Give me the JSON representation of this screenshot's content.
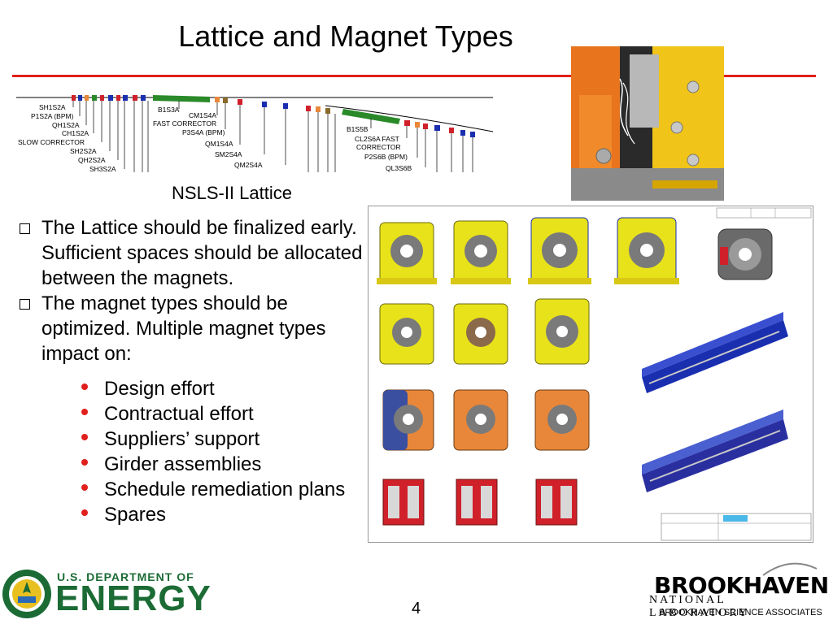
{
  "slide": {
    "title": "Lattice and Magnet Types",
    "page_number": "4"
  },
  "lattice": {
    "caption": "NSLS-II Lattice",
    "labels": [
      "SH1S2A",
      "P1S2A (BPM)",
      "QH1S2A",
      "CH1S2A",
      "SLOW CORRECTOR",
      "SH2S2A",
      "QH2S2A",
      "SH3S2A",
      "B1S3A",
      "CM1S4A",
      "FAST CORRECTOR",
      "P3S4A (BPM)",
      "QM1S4A",
      "SM2S4A",
      "QM2S4A",
      "B1S5B",
      "CL2S6A FAST",
      "CORRECTOR",
      "P2S6B (BPM)",
      "QL3S6B"
    ]
  },
  "bullets": [
    "The Lattice should be finalized early. Sufficient spaces should be allocated between the magnets.",
    "The magnet types should be optimized. Multiple magnet types impact on:"
  ],
  "sub_bullets": [
    "Design effort",
    "Contractual effort",
    "Suppliers’ support",
    "Girder assemblies",
    "Schedule remediation plans",
    "Spares"
  ],
  "logos": {
    "doe_line1": "U.S. DEPARTMENT OF",
    "doe_line2": "ENERGY",
    "bnl_line1": "BROOKHAVEN",
    "bnl_line2": "NATIONAL LABORATORY",
    "bnl_line3": "BROOKHAVEN SCIENCE ASSOCIATES"
  },
  "colors": {
    "accent_red": "#e0201c",
    "doe_green": "#1c6b35",
    "magnet_yellow": "#e8e21a",
    "magnet_orange": "#e8873a",
    "magnet_blue": "#1a2fb0",
    "magnet_red": "#d0202a",
    "dipole_green": "#2a8a2a"
  }
}
